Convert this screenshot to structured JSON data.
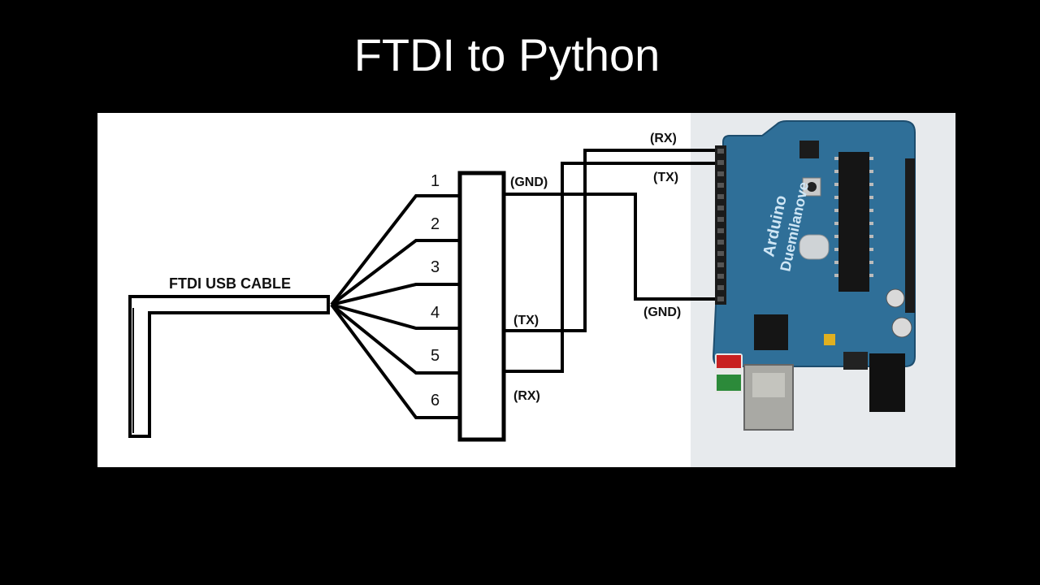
{
  "slide": {
    "title": "FTDI to Python"
  },
  "diagram": {
    "cable_label": "FTDI USB CABLE",
    "pins": [
      "1",
      "2",
      "3",
      "4",
      "5",
      "6"
    ],
    "connector_labels": {
      "gnd": "(GND)",
      "tx": "(TX)",
      "rx": "(RX)"
    },
    "board_labels": {
      "rx": "(RX)",
      "tx": "(TX)",
      "gnd": "(GND)"
    },
    "board_silkscreen": {
      "name": "Arduino",
      "model": "Duemilanove"
    }
  },
  "colors": {
    "background": "#000000",
    "title_text": "#ffffff",
    "diagram_bg": "#ffffff",
    "photo_bg": "#e6e9ec",
    "board": "#2f6f98"
  }
}
